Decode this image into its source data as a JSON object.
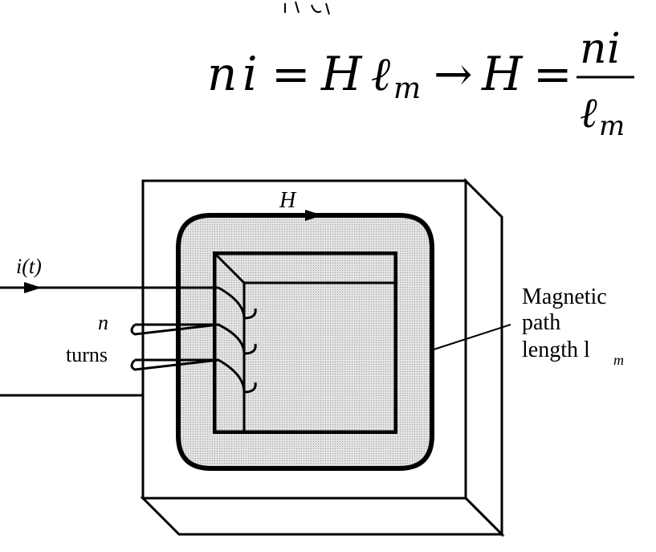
{
  "equation": {
    "lhs_n": "n",
    "lhs_i": "i",
    "equals": "=",
    "H": "H",
    "ell": "ℓ",
    "sub_m": "m",
    "arrow": "→",
    "frac_num_n": "n",
    "frac_num_i": "i",
    "frac_den_ell": "ℓ",
    "frac_den_m": "m"
  },
  "diagram": {
    "field_label": "H",
    "current_label": "i(t)",
    "turns_label_n": "n",
    "turns_label_word": "turns",
    "path_label_line1": "Magnetic",
    "path_label_line2": "path",
    "path_label_line3": "length l",
    "path_label_sub": "m",
    "core_fill": "#d9d9d9",
    "stroke": "#000000"
  }
}
